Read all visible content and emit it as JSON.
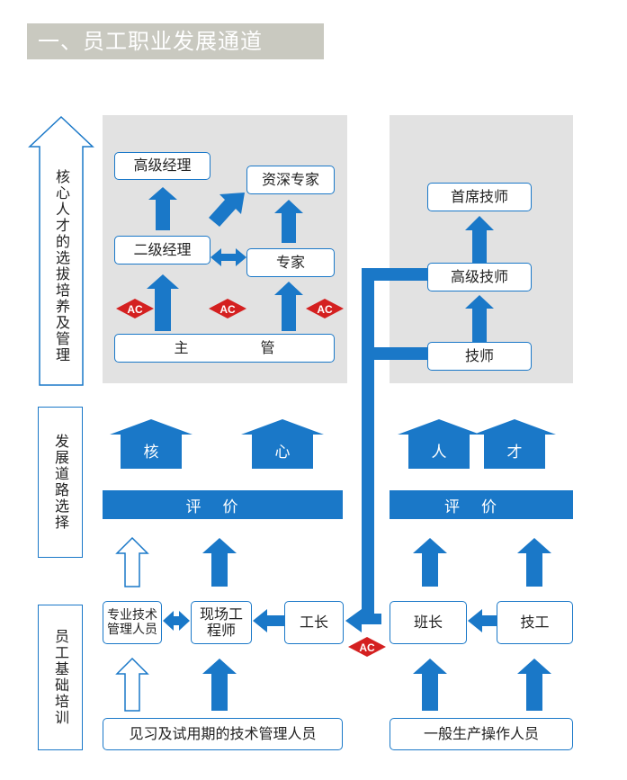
{
  "title": "一、员工职业发展通道",
  "side_labels": {
    "top": "核心人才的选拔培养及管理",
    "middle": "发展道路选择",
    "bottom": "员工基础培训"
  },
  "left_panel": {
    "senior_manager": "高级经理",
    "senior_expert": "资深专家",
    "second_manager": "二级经理",
    "expert": "专家",
    "supervisor": "主　　　　　管"
  },
  "right_panel": {
    "chief_technician": "首席技师",
    "senior_technician": "高级技师",
    "technician": "技师"
  },
  "ac_label": "AC",
  "arrow_words": [
    "核",
    "心",
    "人",
    "才"
  ],
  "evaluation": "评价",
  "bottom_row": {
    "professional_tech": "专业技术管理人员",
    "site_engineer": "现场工程师",
    "foreman": "工长",
    "team_leader": "班长",
    "skilled_worker": "技工"
  },
  "entry": {
    "left": "见习及试用期的技术管理人员",
    "right": "一般生产操作人员"
  },
  "colors": {
    "blue": "#1a78c8",
    "red": "#d42020",
    "panel": "#e2e2e2",
    "title_bg": "#c9c9c0"
  }
}
